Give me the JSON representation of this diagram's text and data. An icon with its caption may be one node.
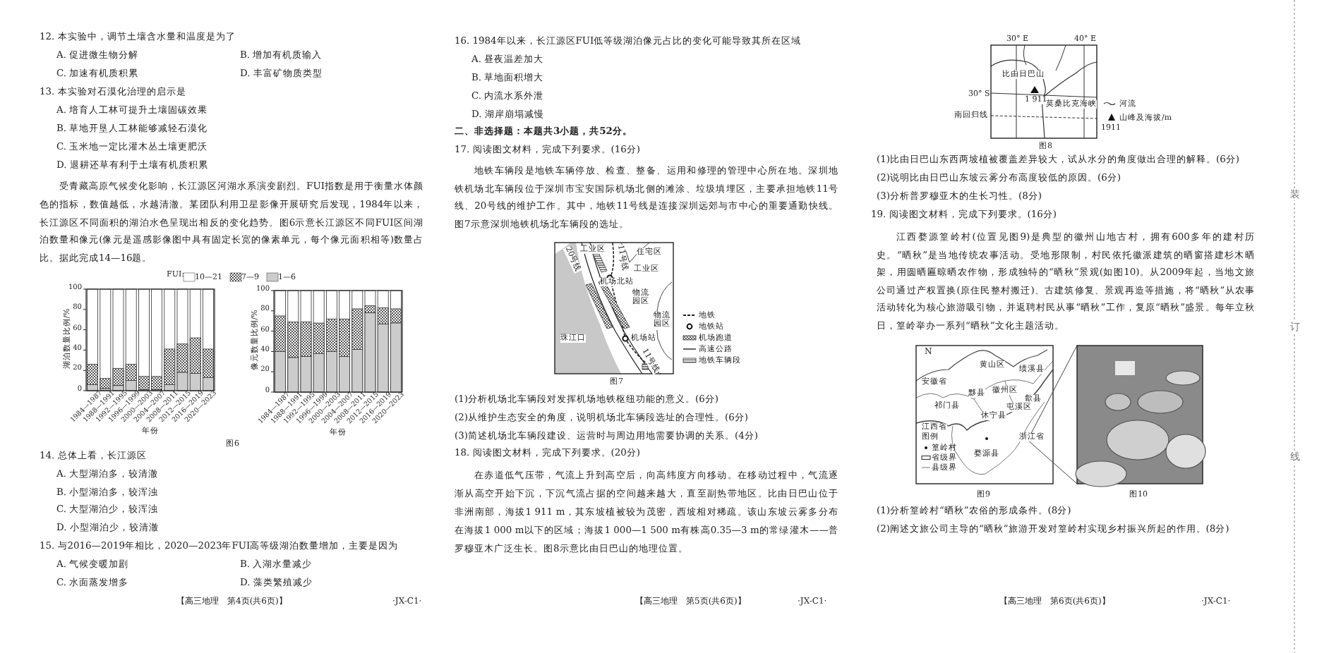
{
  "diagram": {
    "labels": [
      "12. 本实验中，调节土壤含水量和温度是为了",
      "A. 促进微生物分解",
      "B. 增加有机质输入",
      "C. 加速有机质积累",
      "D. 丰富矿物质类型",
      "13. 本实验对石漠化治理的启示是",
      "A. 培育人工林可提升土壤固碳效果",
      "B. 草地开垦人工林能够减轻石漠化",
      "C. 玉米地一定比灌木丛土壤更肥沃",
      "D. 退耕还草有利于土壤有机质积累",
      "受青藏高原气候变化影响，长江源区河湖水系演变剧烈。FUI指数是用于衡量水体颜色的指标，数值越低，水越清澈。某团队利用卫星影像开展研究后发现，1984年以来，长江源区不同面积的湖泊水色呈现出相反的变化趋势。图6示意长江源区不同FUI区间湖泊数量和像元(像元是遥感影像图中具有固定长宽的像素单元，每个像元面积相等)数量占比。据此完成14—16题。",
      "FUI:",
      "湖泊数量比例/%",
      "0",
      "20",
      "40",
      "60",
      "80",
      "100",
      "1984—1987",
      "1988—1991",
      "1992—1995",
      "1996—1999",
      "2000—2003",
      "2004—2007",
      "2008—2011",
      "2012—2015",
      "2016—2019",
      "2020—2023",
      "年份",
      "像元数量比例/%",
      "0",
      "20",
      "40",
      "60",
      "80",
      "100",
      "1984—1987",
      "1988—1991",
      "1992—1995",
      "1996—1999",
      "2000—2003",
      "2004—2007",
      "2008—2011",
      "2012—2015",
      "2016—2019",
      "2020—2023",
      "年份",
      "图6",
      "14. 总体上看，长江源区",
      "A. 大型湖泊多，较清澈",
      "B. 小型湖泊多，较浑浊",
      "C. 大型湖泊少，较浑浊",
      "D. 小型湖泊少，较清澈",
      "15. 与2016—2019年相比，2020—2023年FUI高等级湖泊数量增加，主要是因为",
      "A. 气候变暖加剧",
      "B. 入湖水量减少",
      "C. 水面蒸发增多",
      "D. 藻类繁殖减少",
      "【高三地理　第4页(共6页)】",
      "·JX-C1·",
      "16. 1984年以来，长江源区FUI低等级湖泊像元占比的变化可能导致其所在区域",
      "A. 昼夜温差加大",
      "B. 草地面积增大",
      "C. 内流水系外泄",
      "D. 湖岸崩塌减慢",
      "二、非选择题：本题共3小题，共52分。",
      "17. 阅读图文材料，完成下列要求。(16分)",
      "地铁车辆段是地铁车辆停放、检查、整备、运用和修理的管理中心所在地。深圳地铁机场北车辆段位于深圳市宝安国际机场北侧的滩涂、垃圾填埋区，主要承担地铁11号线、20号线的维护工作。其中，地铁11号线是连接深圳远郊与市中心的重要通勤快线。图7示意深圳地铁机场北车辆段的选址。",
      "工业区",
      "住宅区",
      "工业区",
      "机场北站",
      "物流园区",
      "物流园区",
      "珠江口",
      "机场站",
      "20号线",
      "11号线",
      "11号线",
      "图7",
      "(1)分析机场北车辆段对发挥机场地铁枢纽功能的意义。(6分)",
      "(2)从维护生态安全的角度，说明机场北车辆段选址的合理性。(6分)",
      "(3)简述机场北车辆段建设、运营时与周边用地需要协调的关系。(4分)",
      "18. 阅读图文材料，完成下列要求。(20分)",
      "在赤道低气压带，气流上升到高空后，向高纬度方向移动。在移动过程中，气流逐渐从高空开始下沉，下沉气流占据的空间越来越大，直至副热带地区。比由日巴山位于非洲南部，海拔1 911 m，其东坡植被较为茂密，西坡相对稀疏。该山东坡云雾多分布在海拔1 000 m以下的区域；海拔1 000—1 500 m有株高0.35—3 m的常绿灌木——普罗穆亚木广泛生长。图8示意比由日巴山的地理位置。",
      "【高三地理　第5页(共6页)】",
      "·JX-C1·",
      "30° E",
      "40° E",
      "比由日巴山",
      "1 911",
      "30° S",
      "南回归线",
      "莫桑比克海峡",
      "图8",
      "1911",
      "(1)比由日巴山东西两坡植被覆盖差异较大，试从水分的角度做出合理的解释。(6分)",
      "(2)说明比由日巴山东坡云雾分布高度较低的原因。(6分)",
      "(3)分析普罗穆亚木的生长习性。(8分)",
      "19. 阅读图文材料，完成下列要求。(16分)",
      "江西婺源篁岭村(位置见图9)是典型的徽州山地古村，拥有600多年的建村历史。“晒秋”是当地传统农事活动。受地形限制，村民依托徽派建筑的晒窗搭建杉木晒架，用圆晒匾晾晒农作物，形成独特的“晒秋”景观(如图10)。从2009年起，当地文旅公司通过产权置换(原住民整村搬迁)、古建筑修复、景观再造等措施，将“晒秋”从农事活动转化为核心旅游吸引物，并返聘村民从事“晒秋”工作，复原“晒秋”盛景。每年立秋日，篁岭举办一系列“晒秋”文化主题活动。",
      "N",
      "黄山区",
      "绩溪县",
      "安徽省",
      "黟县",
      "徽州区",
      "歙县",
      "祁门县",
      "屯溪区",
      "休宁县",
      "江西省",
      "图例",
      "浙江省",
      "婺源县",
      "图9",
      "图10",
      "(1)分析篁岭村“晒秋”农俗的形成条件。(8分)",
      "(2)阐述文旅公司主导的“晒秋”旅游开发对篁岭村实现乡村振兴所起的作用。(8分)",
      "【高三地理　第6页(共6页)】",
      "·JX-C1·",
      "装",
      "订",
      "线"
    ],
    "legend": [
      {
        "text": "10—21",
        "color": "#ffffff"
      },
      {
        "text": "7—9"
      },
      {
        "text": "1—6",
        "color": "#cccccc"
      },
      {
        "text": "地铁"
      },
      {
        "text": "地铁站"
      },
      {
        "text": "机场跑道"
      },
      {
        "text": "高速公路"
      },
      {
        "text": "地铁车辆段"
      },
      {
        "text": "河流"
      },
      {
        "text": "山峰及海拔/m"
      },
      {
        "text": "篁岭村"
      },
      {
        "text": "省级界"
      },
      {
        "text": "县级界"
      }
    ]
  }
}
